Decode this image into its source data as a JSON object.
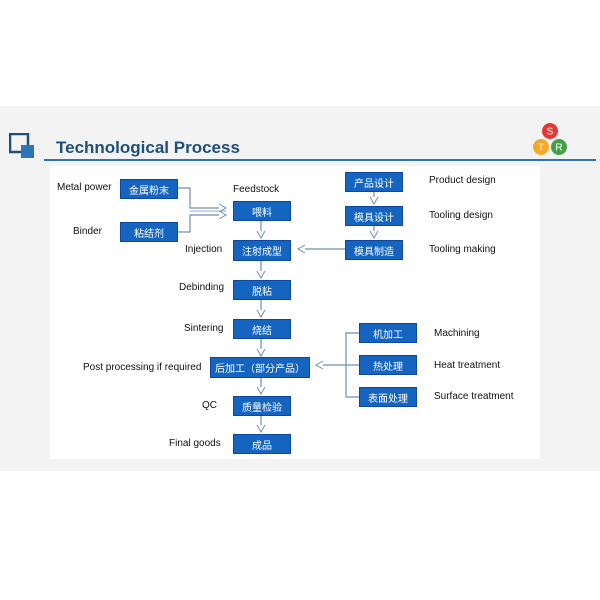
{
  "header": {
    "title": "Technological Process"
  },
  "logo": {
    "letters": [
      "S",
      "T",
      "R"
    ],
    "colors": [
      "#e53935",
      "#f9a825",
      "#43a047"
    ]
  },
  "inputs": {
    "metal_power": {
      "label": "Metal power",
      "box": "金属粉末"
    },
    "binder": {
      "label": "Binder",
      "box": "粘结剂"
    }
  },
  "main_flow": {
    "feedstock": {
      "label": "Feedstock",
      "box": "喂料"
    },
    "injection": {
      "label": "Injection",
      "box": "注射成型"
    },
    "debinding": {
      "label": "Debinding",
      "box": "脱粘"
    },
    "sintering": {
      "label": "Sintering",
      "box": "烧结"
    },
    "post": {
      "label": "Post processing if required",
      "box": "后加工（部分产品）"
    },
    "qc": {
      "label": "QC",
      "box": "质量检验"
    },
    "final": {
      "label": "Final goods",
      "box": "成品"
    }
  },
  "tooling_flow": {
    "product_design": {
      "label": "Product design",
      "box": "产品设计"
    },
    "tooling_design": {
      "label": "Tooling design",
      "box": "模具设计"
    },
    "tooling_making": {
      "label": "Tooling making",
      "box": "模具制造"
    }
  },
  "post_options": {
    "machining": {
      "label": "Machining",
      "box": "机加工"
    },
    "heat": {
      "label": "Heat treatment",
      "box": "热处理"
    },
    "surface": {
      "label": "Surface treatment",
      "box": "表面处理"
    }
  }
}
